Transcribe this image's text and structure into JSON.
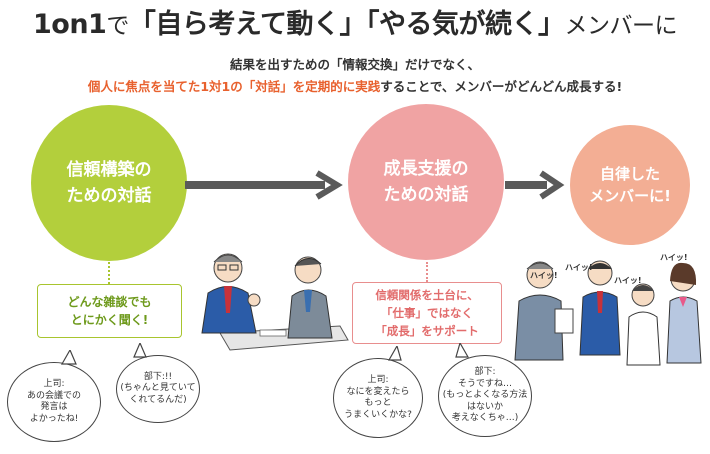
{
  "title": {
    "part1": "1on1",
    "part2": "で",
    "part3": "「自ら考えて動く」「やる気が続く」",
    "part4": "メンバーに"
  },
  "subtitle": {
    "line1": "結果を出すための「情報交換」だけでなく、",
    "line2_highlight": "個人に焦点を当てた1対1の「対話」を定期的に実践",
    "line2_rest": "することで、メンバーがどんどん成長する!"
  },
  "steps": [
    {
      "line1": "信頼構築の",
      "line2": "ための対話"
    },
    {
      "line1": "成長支援の",
      "line2": "ための対話"
    },
    {
      "line1": "自律した",
      "line2": "メンバーに!"
    }
  ],
  "notes": [
    {
      "line1": "どんな雑談でも",
      "line2": "とにかく聞く!"
    },
    {
      "line1": "信頼関係を土台に、",
      "line2": "「仕事」ではなく",
      "line3": "「成長」をサポート"
    }
  ],
  "bubbles": [
    {
      "lines": [
        "上司:",
        "あの会議での",
        "発言は",
        "よかったね!"
      ]
    },
    {
      "lines": [
        "部下:!!",
        "(ちゃんと見ていて",
        "くれてるんだ)"
      ]
    },
    {
      "lines": [
        "上司:",
        "なにを変えたら",
        "もっと",
        "うまくいくかな?"
      ]
    },
    {
      "lines": [
        "部下:",
        "そうですね…",
        "(もっとよくなる方法",
        "はないか",
        "考えなくちゃ…)"
      ]
    }
  ],
  "shouts": [
    "ハイッ!",
    "ハイッ!",
    "ハイッ!",
    "ハイッ!"
  ],
  "colors": {
    "green": "#b3cf3c",
    "pink": "#f0a3a3",
    "salmon": "#f3ae94",
    "orange": "#e8612e",
    "arrow": "#5a5a5a"
  }
}
